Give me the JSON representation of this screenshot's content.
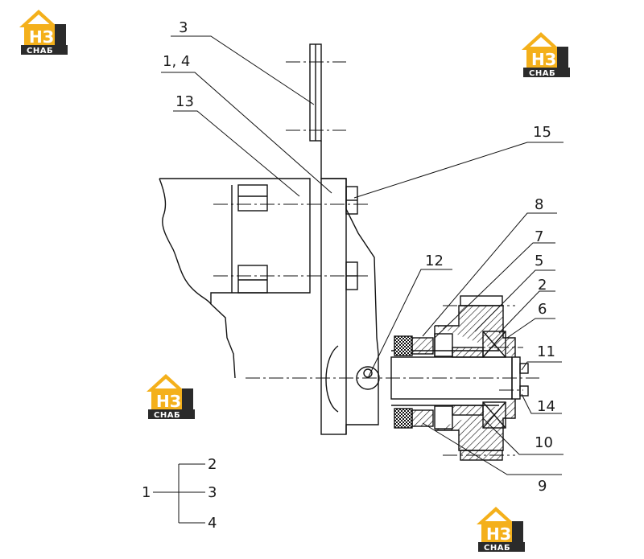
{
  "logo": {
    "mark": "НЗ",
    "caption": "СНАБ",
    "color_orange": "#f4b01b",
    "color_dark": "#2b2b2b"
  },
  "callouts": [
    {
      "id": "c3",
      "text": "3"
    },
    {
      "id": "c14a",
      "text": "1, 4"
    },
    {
      "id": "c13",
      "text": "13"
    },
    {
      "id": "c15",
      "text": "15"
    },
    {
      "id": "c8",
      "text": "8"
    },
    {
      "id": "c7",
      "text": "7"
    },
    {
      "id": "c12",
      "text": "12"
    },
    {
      "id": "c5",
      "text": "5"
    },
    {
      "id": "c2",
      "text": "2"
    },
    {
      "id": "c6",
      "text": "6"
    },
    {
      "id": "c11",
      "text": "11"
    },
    {
      "id": "c14",
      "text": "14"
    },
    {
      "id": "c10",
      "text": "10"
    },
    {
      "id": "c9",
      "text": "9"
    }
  ],
  "tree": {
    "root": "1",
    "children": [
      "2",
      "3",
      "4"
    ]
  }
}
